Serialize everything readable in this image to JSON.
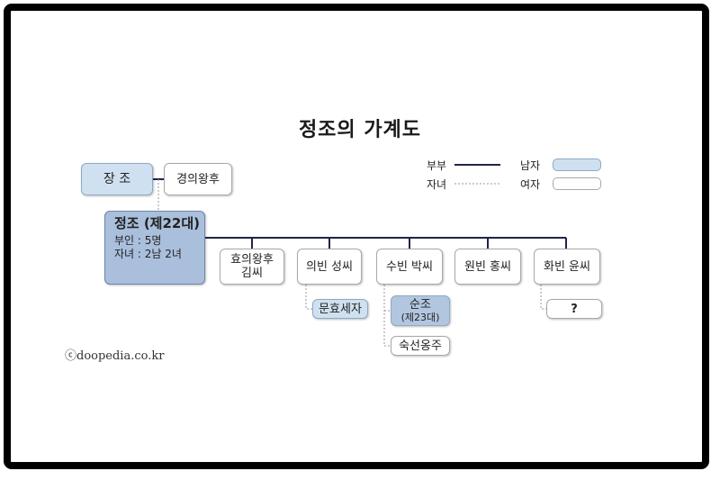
{
  "title": "정조의 가계도",
  "credit": "ⓒdoopedia.co.kr",
  "legend": {
    "couple_label": "부부",
    "child_label": "자녀",
    "male_label": "남자",
    "female_label": "여자"
  },
  "nodes": {
    "jangjo": "장 조",
    "gyeongui": "경의왕후",
    "jeongjo": {
      "name": "정조 (제22대)",
      "wives": "부인 : 5명",
      "children": "자녀 : 2남 2녀"
    },
    "hyoui_line1": "효의왕후",
    "hyoui_line2": "김씨",
    "uibin": "의빈 성씨",
    "subin": "수빈 박씨",
    "wonbin": "원빈 홍씨",
    "hwabin": "화빈 윤씨",
    "munhyo": "문효세자",
    "sunjo_line1": "순조",
    "sunjo_line2": "(제23대)",
    "sukseon": "숙선옹주",
    "unknown": "?"
  },
  "colors": {
    "couple_line": "#1f2548",
    "child_line": "#9a9a9a",
    "male_fill": "#cfe1f0",
    "female_fill": "#ffffff",
    "king_fill": "#a9bfdc"
  }
}
